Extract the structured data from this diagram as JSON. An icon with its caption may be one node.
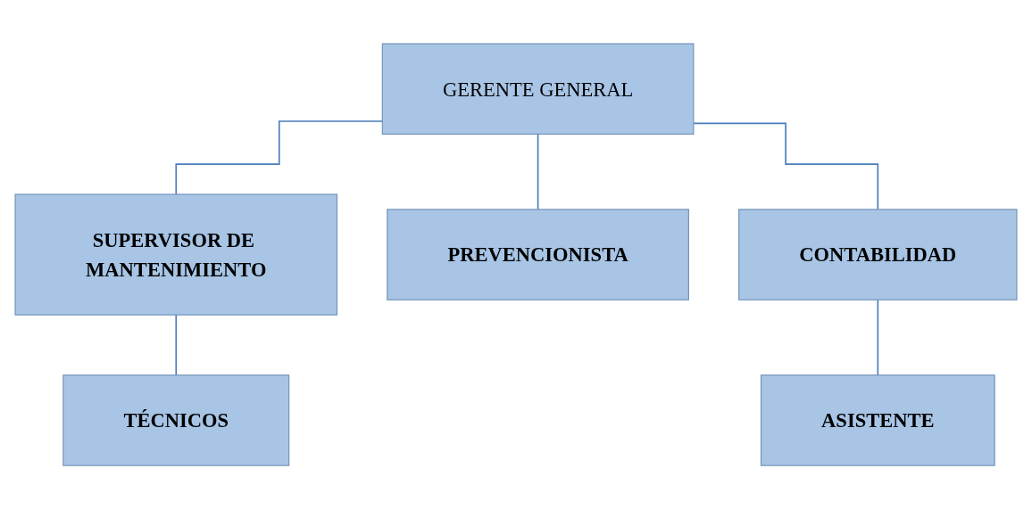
{
  "diagram": {
    "nodes": [
      {
        "text": [
          "GERENTE GENERAL"
        ]
      },
      {
        "text": [
          "SUPERVISOR DE MANTENIMIENTO"
        ]
      },
      {
        "text": [
          "PREVENCIONISTA"
        ]
      },
      {
        "text": [
          "CONTABILIDAD"
        ]
      },
      {
        "text": [
          "TÉCNICOS"
        ]
      },
      {
        "text": [
          "ASISTENTE"
        ]
      }
    ],
    "edges": [
      {
        "from": 0,
        "to": 1,
        "arrow": "none"
      },
      {
        "from": 0,
        "to": 2,
        "arrow": "none"
      },
      {
        "from": 0,
        "to": 3,
        "arrow": "none"
      },
      {
        "from": 1,
        "to": 4,
        "arrow": "none"
      },
      {
        "from": 3,
        "to": 5,
        "arrow": "none"
      }
    ]
  }
}
